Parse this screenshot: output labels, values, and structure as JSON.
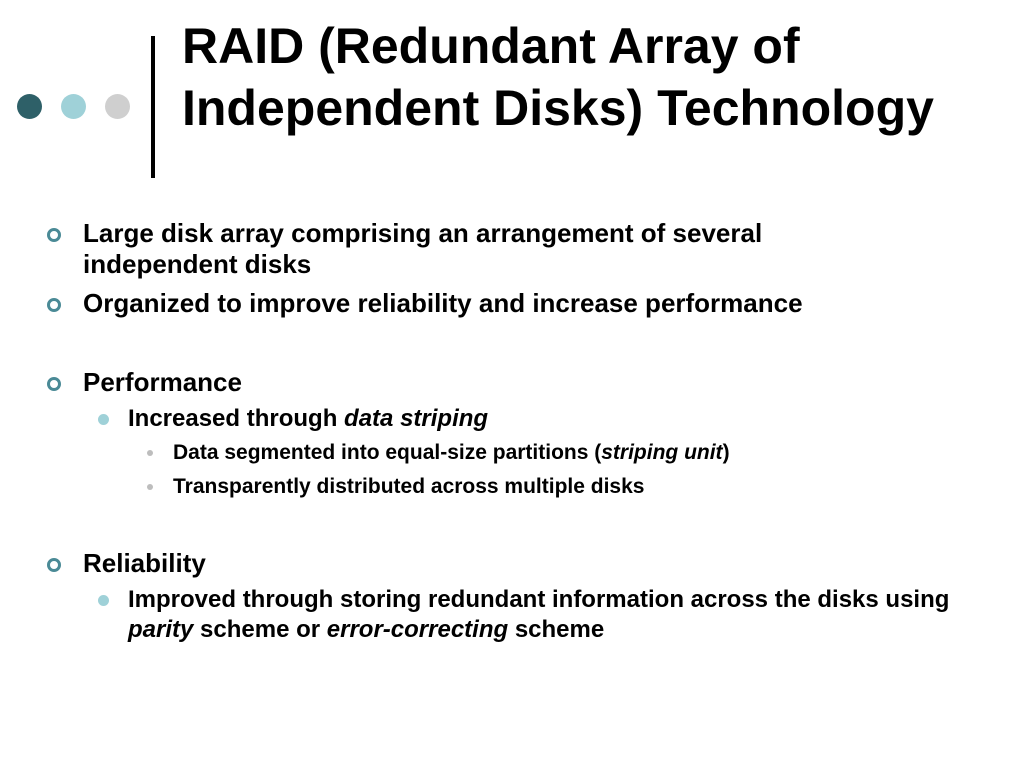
{
  "slide": {
    "title": "RAID (Redundant Array of Independent Disks) Technology",
    "decoration": {
      "dot_colors": [
        "#2e6068",
        "#9fd1d8",
        "#cfcfcf"
      ],
      "bullet_colors": {
        "level1_ring": "#4a8a96",
        "level2_disc": "#9fd1d8",
        "level3_dot": "#bdbdbd"
      }
    },
    "bullets": {
      "b1": {
        "text": "Large disk array comprising an arrangement of several independent disks"
      },
      "b2": {
        "text": "Organized to improve reliability and increase performance"
      },
      "b3": {
        "text": "Performance"
      },
      "b3_1": {
        "prefix": "Increased through ",
        "emph": "data striping"
      },
      "b3_1_1": {
        "prefix": "Data segmented into equal-size partitions (",
        "emph": "striping unit",
        "suffix": ")"
      },
      "b3_1_2": {
        "text": "Transparently distributed across multiple disks"
      },
      "b4": {
        "text": "Reliability"
      },
      "b4_1": {
        "prefix": "Improved through storing redundant information across the disks using ",
        "emph1": "parity",
        "mid": " scheme or ",
        "emph2": "error-correcting",
        "suffix": " scheme"
      }
    }
  }
}
